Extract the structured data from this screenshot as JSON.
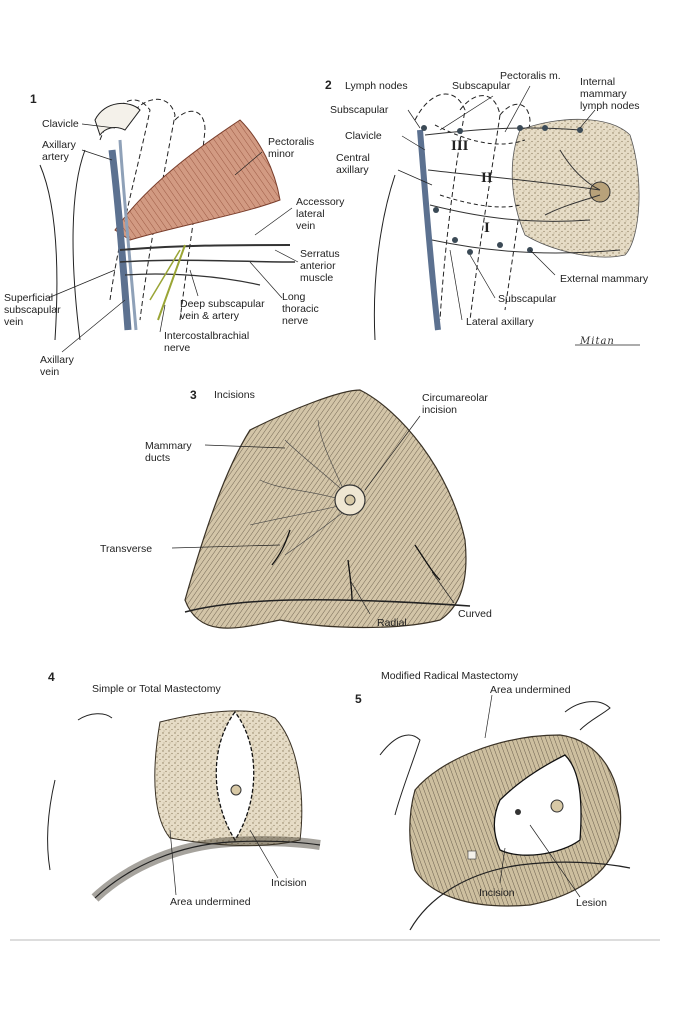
{
  "colors": {
    "ink": "#222222",
    "vessel": "#6b7e95",
    "muscle": "#c98a70",
    "tissue": "#d8cbb0",
    "tissue_dark": "#a99877",
    "nerve": "#9aa535"
  },
  "panel1": {
    "number": "1",
    "labels": {
      "clavicle": "Clavicle",
      "axillary_artery": "Axillary\nartery",
      "pectoralis_minor": "Pectoralis\nminor",
      "accessory_lateral_vein": "Accessory\nlateral\nvein",
      "serratus": "Serratus\nanterior\nmuscle",
      "long_thoracic": "Long\nthoracic\nnerve",
      "deep_subscapular": "Deep subscapular\nvein & artery",
      "superficial_subscapular": "Superficial\nsubscapular\nvein",
      "intercostal": "Intercostalbrachial\nnerve",
      "axillary_vein": "Axillary\nvein"
    }
  },
  "panel2": {
    "number": "2",
    "labels": {
      "lymph_nodes": "Lymph nodes",
      "subscapular_top_left": "Subscapular",
      "subscapular_top": "Subscapular",
      "pectoralis": "Pectoralis m.",
      "internal_mammary": "Internal\nmammary\nlymph nodes",
      "clavicle": "Clavicle",
      "central_axillary": "Central\naxillary",
      "level_3": "III",
      "level_2": "II",
      "level_1": "I",
      "external_mammary": "External mammary",
      "subscapular_bottom": "Subscapular",
      "lateral_axillary": "Lateral axillary"
    },
    "signature": "Mitan"
  },
  "panel3": {
    "number": "3",
    "title": "Incisions",
    "labels": {
      "circumareolar": "Circumareolar\nincision",
      "mammary_ducts": "Mammary\nducts",
      "transverse": "Transverse",
      "radial": "Radial",
      "curved": "Curved"
    }
  },
  "panel4": {
    "number": "4",
    "title": "Simple or Total Mastectomy",
    "labels": {
      "incision": "Incision",
      "area_undermined": "Area undermined"
    }
  },
  "panel5": {
    "number": "5",
    "title": "Modified Radical Mastectomy",
    "labels": {
      "area_undermined": "Area undermined",
      "incision": "Incision",
      "lesion": "Lesion"
    }
  }
}
